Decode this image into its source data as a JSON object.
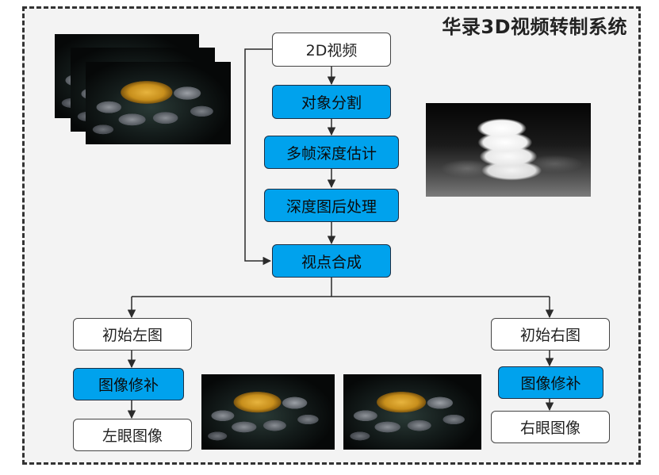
{
  "title": "华录3D视频转制系统",
  "nodes": {
    "video2d": "2D视频",
    "segmentation": "对象分割",
    "depth_estimation": "多帧深度估计",
    "depth_postprocess": "深度图后处理",
    "view_synthesis": "视点合成",
    "initial_left": "初始左图",
    "inpaint_left": "图像修补",
    "left_eye": "左眼图像",
    "initial_right": "初始右图",
    "inpaint_right": "图像修补",
    "right_eye": "右眼图像"
  },
  "colors": {
    "process_fill": "#00a2ed",
    "io_fill": "#ffffff",
    "line": "#2b2b2b",
    "frame_background": "#f3f3f3"
  }
}
